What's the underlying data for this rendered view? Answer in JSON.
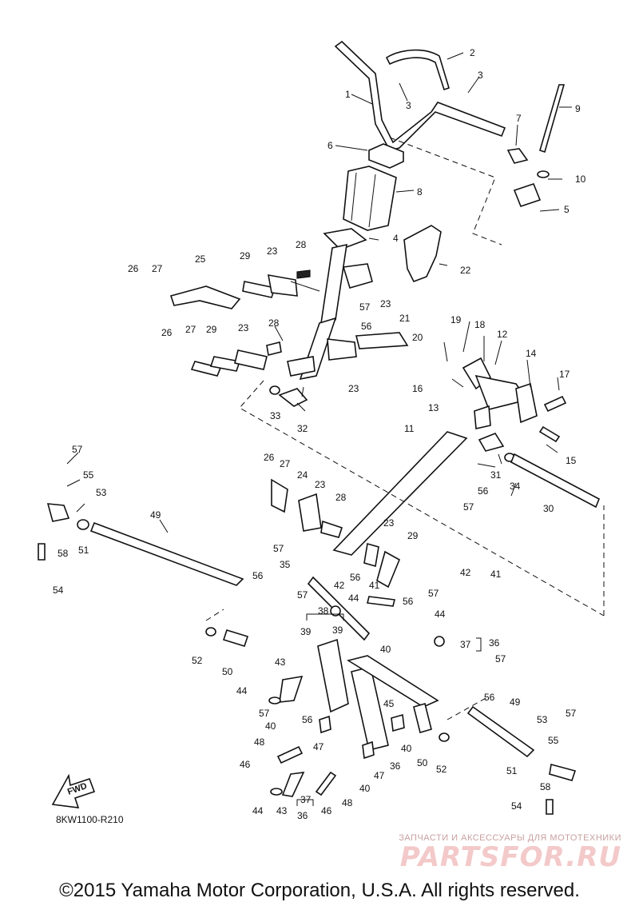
{
  "diagram": {
    "code": "8KW1100-R210",
    "fwd_label": "FWD",
    "callouts": [
      "1",
      "2",
      "3",
      "3",
      "4",
      "5",
      "6",
      "7",
      "8",
      "9",
      "10",
      "11",
      "12",
      "13",
      "14",
      "15",
      "16",
      "17",
      "18",
      "19",
      "20",
      "21",
      "22",
      "23",
      "23",
      "23",
      "23",
      "23",
      "23",
      "24",
      "25",
      "26",
      "26",
      "26",
      "27",
      "27",
      "27",
      "28",
      "28",
      "28",
      "29",
      "29",
      "29",
      "30",
      "31",
      "32",
      "33",
      "34",
      "35",
      "36",
      "36",
      "36",
      "37",
      "37",
      "38",
      "39",
      "39",
      "40",
      "40",
      "40",
      "40",
      "41",
      "41",
      "42",
      "42",
      "43",
      "43",
      "44",
      "44",
      "44",
      "44",
      "45",
      "46",
      "46",
      "47",
      "47",
      "48",
      "48",
      "49",
      "49",
      "50",
      "50",
      "51",
      "51",
      "52",
      "52",
      "53",
      "53",
      "54",
      "54",
      "55",
      "55",
      "56",
      "56",
      "56",
      "56",
      "56",
      "56",
      "56",
      "57",
      "57",
      "57",
      "57",
      "57",
      "57",
      "57",
      "57",
      "57",
      "58",
      "58"
    ]
  },
  "watermark": {
    "tagline": "ЗАПЧАСТИ И АКСЕССУАРЫ ДЛЯ МОТОТЕХНИКИ",
    "logo": "PARTSFOR.RU"
  },
  "copyright": "©2015 Yamaha Motor Corporation, U.S.A. All rights reserved."
}
